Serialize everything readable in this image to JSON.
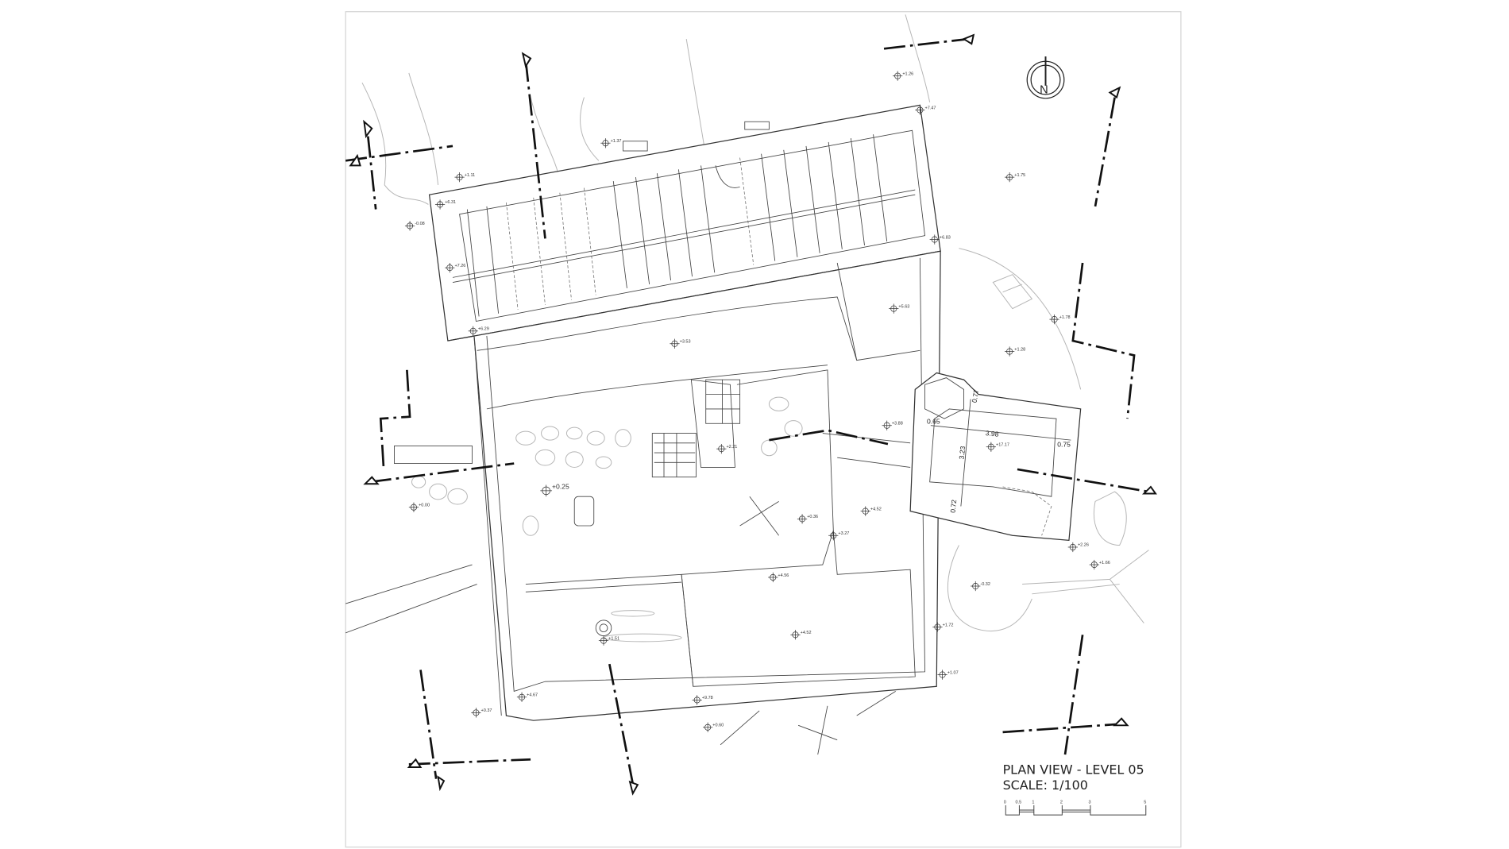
{
  "drawing": {
    "title": "PLAN VIEW - LEVEL 05",
    "scale_label": "SCALE: 1/100",
    "north_label": "N",
    "scale_bar_ticks": [
      "0",
      "0.5",
      "1",
      "2",
      "3",
      "5"
    ]
  },
  "dimensions": [
    "0.77",
    "0.65",
    "3.98",
    "0.75",
    "3.23",
    "0.72"
  ],
  "elevations": [
    "+1.26",
    "+7.47",
    "+1.37",
    "+1.11",
    "+6.31",
    "-0.08",
    "+6.83",
    "+1.75",
    "+7.26",
    "+5.63",
    "+1.78",
    "+6.29",
    "+3.53",
    "+1.28",
    "+3.88",
    "+17.17",
    "+2.21",
    "+0.25",
    "+0.00",
    "+0.36",
    "+4.52",
    "+3.27",
    "+2.26",
    "+1.66",
    "+4.56",
    "-0.32",
    "+4.52",
    "+1.51",
    "+1.72",
    "+1.07",
    "+4.67",
    "+9.78",
    "+0.37",
    "+0.60"
  ]
}
